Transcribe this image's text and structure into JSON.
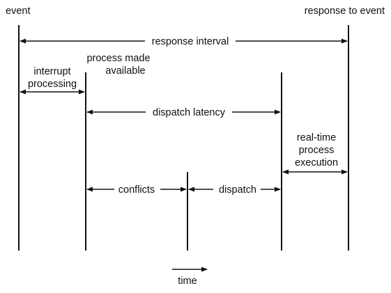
{
  "labels": {
    "event": "event",
    "response_to_event": "response to event",
    "response_interval": "response interval",
    "process_made_available_1": "process made",
    "process_made_available_2": "available",
    "interrupt_processing_1": "interrupt",
    "interrupt_processing_2": "processing",
    "dispatch_latency": "dispatch latency",
    "realtime_1": "real-time",
    "realtime_2": "process",
    "realtime_3": "execution",
    "conflicts": "conflicts",
    "dispatch": "dispatch",
    "time": "time"
  }
}
